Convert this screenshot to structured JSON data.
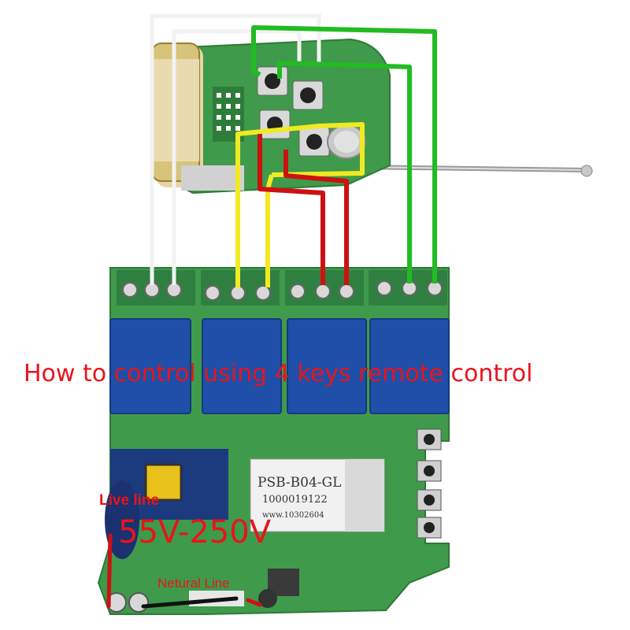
{
  "annotations": {
    "caption": "How to control using 4 keys remote control",
    "live_line": "Live line",
    "voltage": "55V-250V",
    "neutral_line": "Netural Line"
  },
  "module": {
    "label": "PSB-B04-GL",
    "serial": "1000019122",
    "url": "www.10302604"
  },
  "colors": {
    "annotation_red": "#e8141b",
    "pcb_green": "#3f9a4b",
    "wire_green": "#22bb22",
    "wire_yellow": "#f1ea22",
    "wire_red": "#cc1111",
    "wire_white": "#f2f2f2",
    "relay_blue": "#1f4fa8"
  }
}
